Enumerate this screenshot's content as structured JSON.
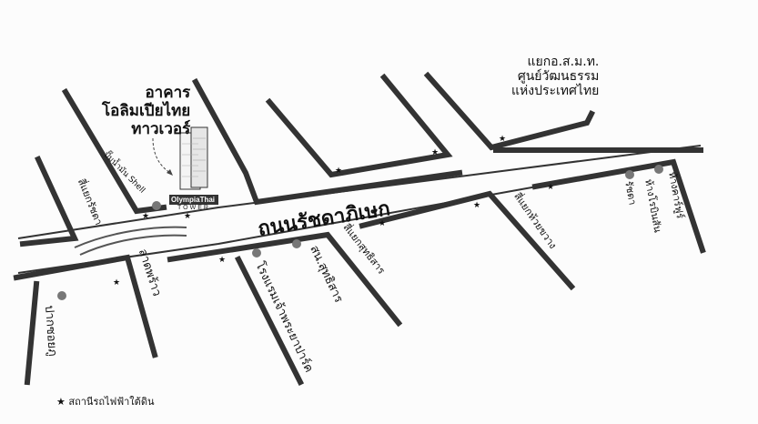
{
  "map": {
    "building_title": [
      "อาคาร",
      "โอลิมเปียไทย",
      "ทาวเวอร์"
    ],
    "main_road": "ถนนรัชดาภิเษก",
    "shell_label": "ปั๊มน้ำมัน Shell",
    "shell_small": "ปั๊มน้ำมัน",
    "logo_top": "OlympiaThai",
    "logo_bottom": "TOWER",
    "top_label": [
      "แยกอ.ส.ม.ท.",
      "ศูนย์วัฒนธรรม",
      "แห่งประเทศไทย"
    ],
    "intersection_left": "สี่แยกรัชดา",
    "lat_phrao": "ลาดพร้าว",
    "chatuchak": "ลาดพร้าว",
    "left_bottom": "ปากซอยภู",
    "sutthisan_station": "สน.สุทธิสาร",
    "hotel": "โรงแรมเจ้าพระยาปาร์ค",
    "sutthisan_intersection": "สี่แยกสุทธิสาร",
    "huaikhwang": "สี่แยกห้วยขวาง",
    "carrefour": "ห้างคาร์ฟูร์",
    "robinson": "ห้างโรบินสัน",
    "ratchada": "รัชดา",
    "legend": "สถานีรถไฟฟ้าใต้ดิน"
  }
}
